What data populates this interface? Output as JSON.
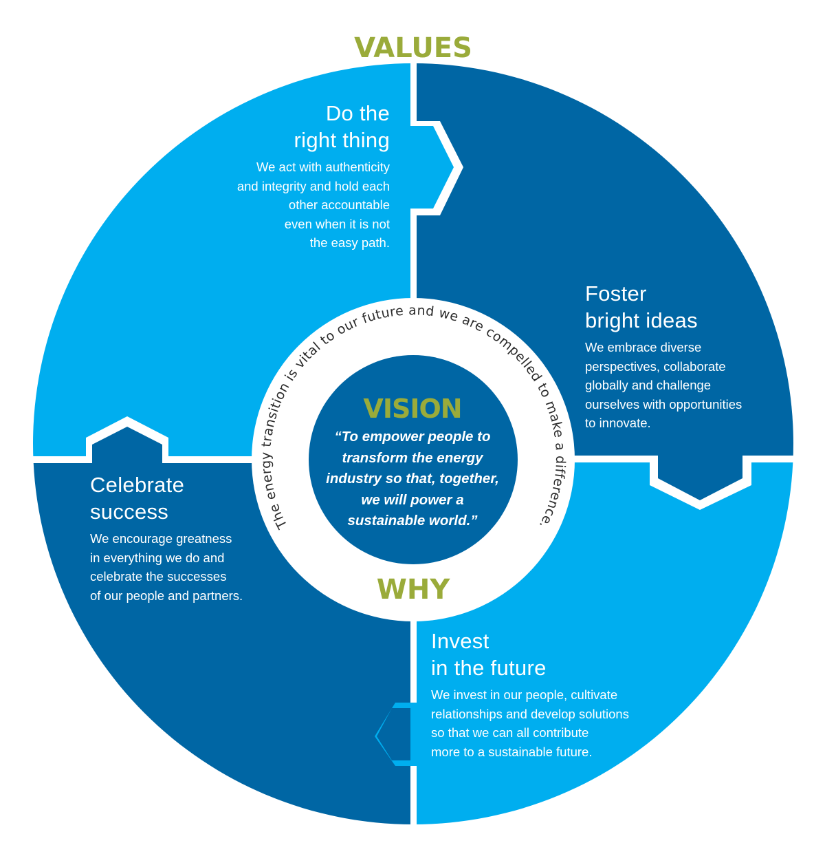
{
  "colors": {
    "light_blue": "#00aeef",
    "dark_blue": "#0066a4",
    "olive_green": "#9aab3a",
    "white": "#ffffff",
    "ring_text": "#2b2b2b"
  },
  "headings": {
    "values": "VALUES",
    "why": "WHY"
  },
  "ring_statement": "The energy transition is vital to our future and we are compelled to make a difference.",
  "vision": {
    "title": "VISION",
    "quote_lines": [
      "“To empower people to",
      "transform the energy",
      "industry so that, together,",
      "we will power a",
      "sustainable world.”"
    ]
  },
  "values": [
    {
      "id": "do-the-right-thing",
      "title_lines": [
        "Do the",
        "right thing"
      ],
      "body_lines": [
        "We act with authenticity",
        "and integrity and hold each",
        "other accountable",
        "even when it is not",
        "the easy path."
      ]
    },
    {
      "id": "foster-bright-ideas",
      "title_lines": [
        "Foster",
        "bright ideas"
      ],
      "body_lines": [
        "We embrace diverse",
        "perspectives, collaborate",
        "globally and challenge",
        "ourselves with opportunities",
        "to innovate."
      ]
    },
    {
      "id": "celebrate-success",
      "title_lines": [
        "Celebrate",
        "success"
      ],
      "body_lines": [
        "We encourage greatness",
        "in everything we do and",
        "celebrate the successes",
        "of our people and partners."
      ]
    },
    {
      "id": "invest-in-the-future",
      "title_lines": [
        "Invest",
        "in the future"
      ],
      "body_lines": [
        "We invest in our people, cultivate",
        "relationships and develop solutions",
        "so that we can all contribute",
        "more to a sustainable future."
      ]
    }
  ]
}
